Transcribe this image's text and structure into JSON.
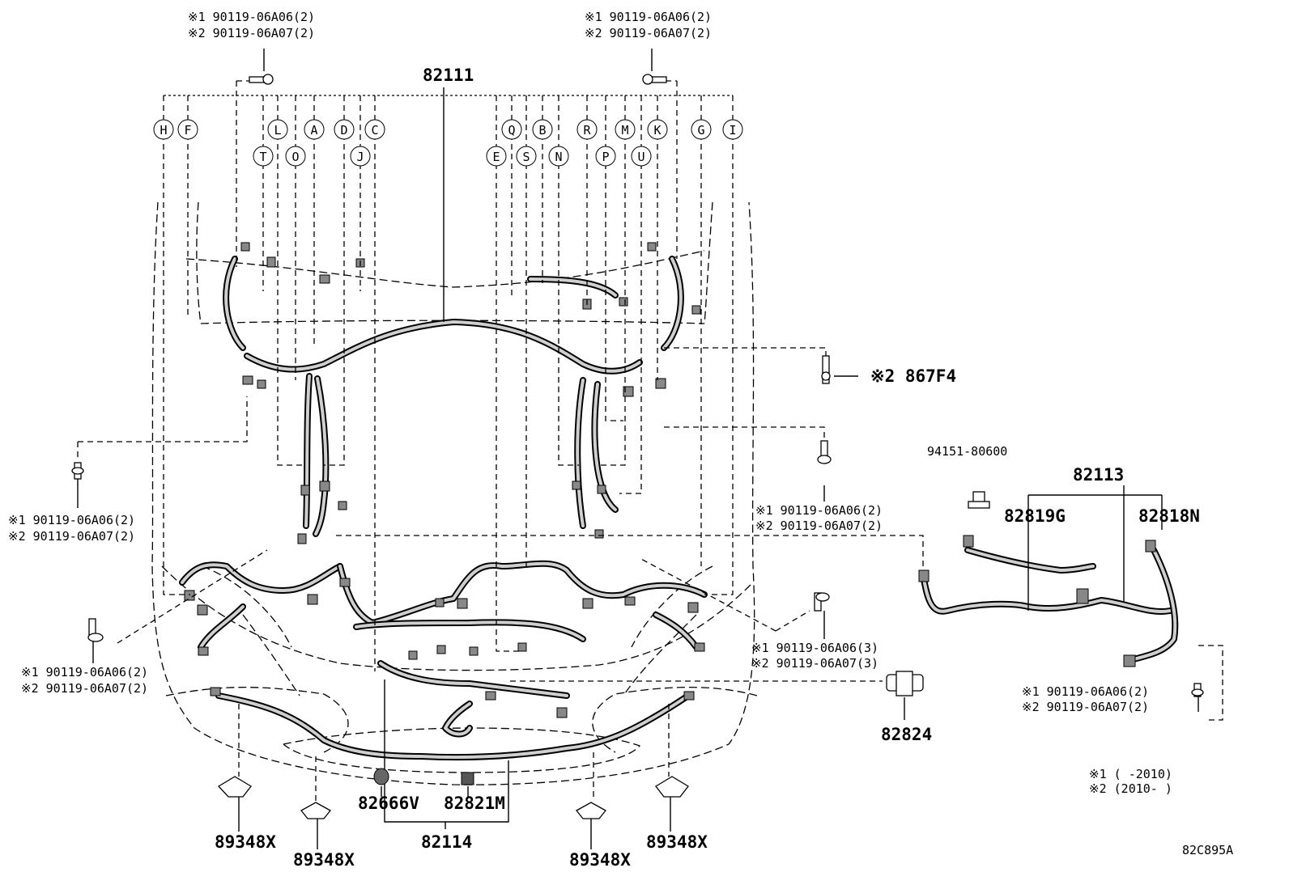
{
  "diagram_code": "82C895A",
  "main_harness": "82111",
  "callouts": {
    "bolt_top_left": [
      "※1 90119-06A06(2)",
      "※2 90119-06A07(2)"
    ],
    "bolt_top_right": [
      "※1 90119-06A06(2)",
      "※2 90119-06A07(2)"
    ],
    "bolt_left_mid": [
      "※1 90119-06A06(2)",
      "※2 90119-06A07(2)"
    ],
    "bolt_right_mid": [
      "※1 90119-06A06(2)",
      "※2 90119-06A07(2)"
    ],
    "bolt_left_low": [
      "※1 90119-06A06(2)",
      "※2 90119-06A07(2)"
    ],
    "bolt_right_low": [
      "※1 90119-06A06(3)",
      "※2 90119-06A07(3)"
    ],
    "bolt_far_right": [
      "※1 90119-06A06(2)",
      "※2 90119-06A07(2)"
    ]
  },
  "letters_top_row": [
    "H",
    "F",
    "L",
    "A",
    "D",
    "C",
    "Q",
    "B",
    "R",
    "M",
    "K",
    "G",
    "I"
  ],
  "letters_bottom_row": [
    "T",
    "O",
    "J",
    "E",
    "S",
    "N",
    "P",
    "U"
  ],
  "parts": {
    "p867f4": "※2 867F4",
    "p9415180600": "94151-80600",
    "p82113": "82113",
    "p82819g": "82819G",
    "p82818n": "82818N",
    "p82824": "82824",
    "p82666v": "82666V",
    "p82821m": "82821M",
    "p82114": "82114",
    "p89348x": "89348X"
  },
  "legend": {
    "line1": "※1 (      -2010)",
    "line2": "※2 (2010-      )"
  }
}
